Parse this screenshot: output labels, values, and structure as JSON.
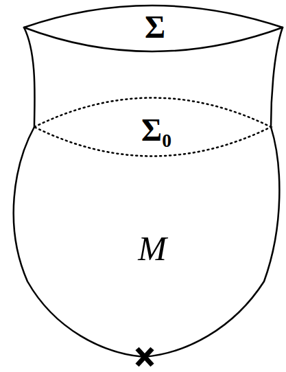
{
  "diagram": {
    "labels": [
      "Σ",
      "Σ₀",
      "M"
    ]
  }
}
